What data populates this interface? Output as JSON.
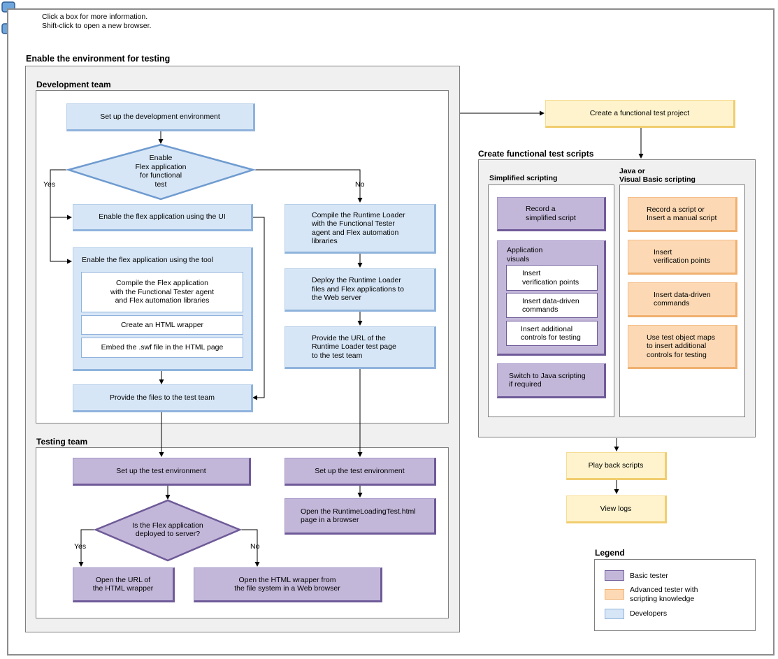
{
  "hint": {
    "line1": "Click a box for more information.",
    "line2": "Shift-click to open a new browser."
  },
  "sections": {
    "enable_env": "Enable the environment for testing",
    "dev_team": "Development team",
    "testing_team": "Testing team",
    "create_scripts": "Create functional test scripts",
    "simplified": "Simplified scripting",
    "java_vb": "Java or\nVisual Basic scripting",
    "legend": "Legend"
  },
  "dev": {
    "setup_dev_env": "Set up the development environment",
    "decision": "Enable\nFlex application\nfor functional\ntest",
    "yes": "Yes",
    "no": "No",
    "enable_ui": "Enable the flex application using the UI",
    "enable_tool": "Enable the flex application using the tool",
    "compile_flex": "Compile the Flex application\nwith the Functional Tester agent\nand Flex automation libraries",
    "html_wrapper": "Create an HTML wrapper",
    "embed_swf": "Embed the .swf file in the HTML page",
    "provide_files": "Provide the files to the test team",
    "compile_runtime": "Compile the Runtime Loader\nwith the Functional Tester\nagent and Flex automation\nlibraries",
    "deploy_runtime": "Deploy the Runtime Loader\nfiles and Flex applications to\nthe Web server",
    "provide_url": "Provide the URL of the\nRuntime Loader test page\nto the test team"
  },
  "test": {
    "setup_test_env_left": "Set up the test environment",
    "setup_test_env_right": "Set up the test environment",
    "decision": "Is the Flex application\ndeployed to server?",
    "yes": "Yes",
    "no": "No",
    "open_url": "Open the URL of\nthe HTML wrapper",
    "open_wrapper": "Open the HTML wrapper from\nthe file system in a Web browser",
    "open_runtime": "Open the RuntimeLoadingTest.html\npage in a browser"
  },
  "right": {
    "create_project": "Create a functional test project",
    "record_simplified": "Record a\nsimplified script",
    "app_visuals": "Application\nvisuals",
    "insert_vp_simple": "Insert\nverification points",
    "insert_dd_simple": "Insert data-driven\ncommands",
    "insert_controls": "Insert additional\ncontrols for testing",
    "switch_java": "Switch to Java scripting\nif required",
    "record_manual": "Record a script or\nInsert a manual script",
    "insert_vp_adv": "Insert\nverification points",
    "insert_dd_adv": "Insert data-driven\ncommands",
    "use_maps": "Use test object maps\nto insert additional\ncontrols for testing",
    "play_back": "Play back scripts",
    "view_logs": "View logs"
  },
  "legend": {
    "basic": "Basic tester",
    "advanced": "Advanced tester with\nscripting knowledge",
    "developers": "Developers"
  },
  "colors": {
    "developers": "#d7e6f6",
    "basic_tester": "#c2b7d9",
    "advanced_tester": "#fcd9b4",
    "project": "#fef3cc"
  }
}
